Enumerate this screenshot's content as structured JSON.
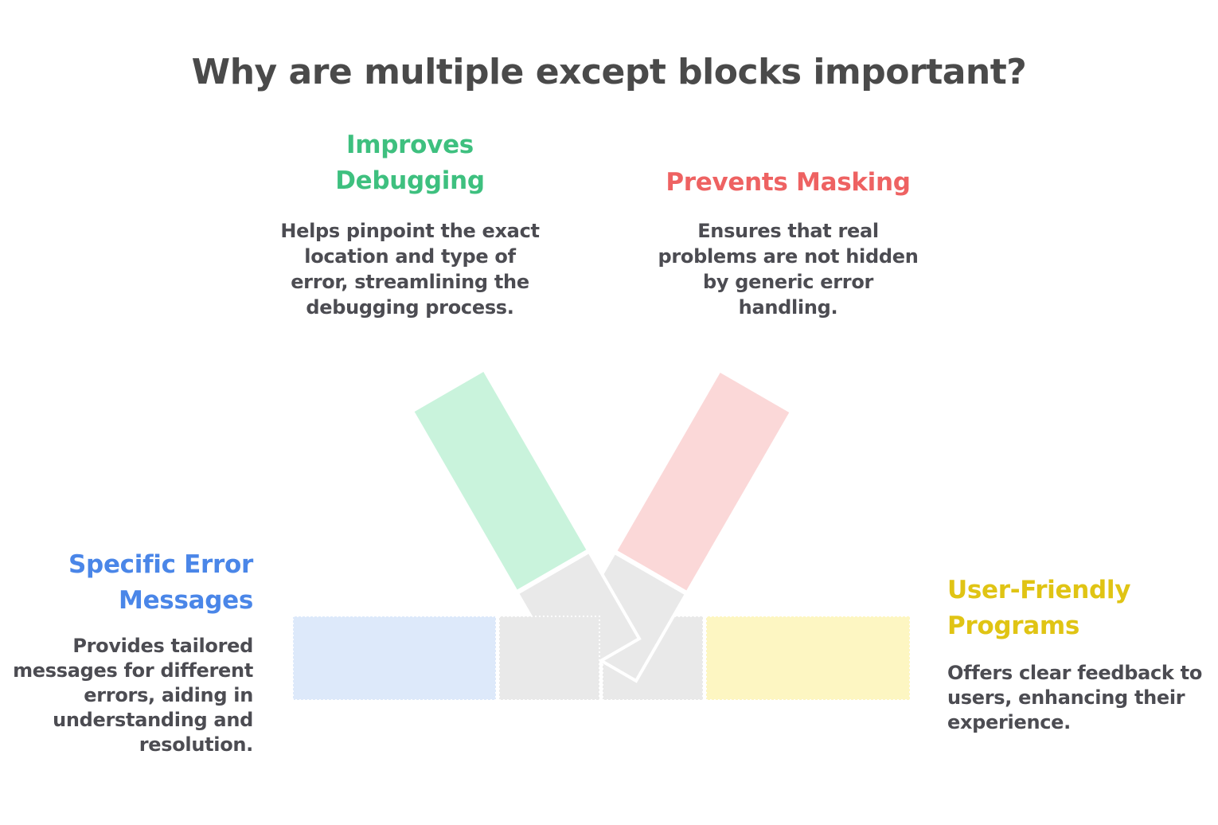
{
  "title": "Why are multiple except blocks important?",
  "sections": {
    "improves_debugging": {
      "heading_lines": [
        "Improves",
        "Debugging"
      ],
      "heading_color": "#3ec07f",
      "body_lines": [
        "Helps pinpoint the exact",
        "location and type of",
        "error, streamlining the",
        "debugging process."
      ]
    },
    "prevents_masking": {
      "heading_lines": [
        "Prevents Masking"
      ],
      "heading_color": "#ee6262",
      "body_lines": [
        "Ensures that real",
        "problems are not hidden",
        "by generic error",
        "handling."
      ]
    },
    "specific_error_messages": {
      "heading_lines": [
        "Specific Error",
        "Messages"
      ],
      "heading_color": "#4a86e8",
      "body_lines": [
        "Provides tailored",
        "messages for different",
        "errors, aiding in",
        "understanding and",
        "resolution."
      ]
    },
    "user_friendly_programs": {
      "heading_lines": [
        "User-Friendly",
        "Programs"
      ],
      "heading_color": "#e0c414",
      "body_lines": [
        "Offers clear feedback to",
        "users, enhancing their",
        "experience."
      ]
    }
  },
  "colors": {
    "title_text": "#4a4a4a",
    "body_text": "#4c4c52",
    "bar_green": "#c9f3dc",
    "bar_pink": "#fbd8d8",
    "bar_gray": "#e9e9e9",
    "segment_blue": "#dde9fa",
    "segment_yellow": "#fdf6c2",
    "stroke": "#ffffff"
  }
}
